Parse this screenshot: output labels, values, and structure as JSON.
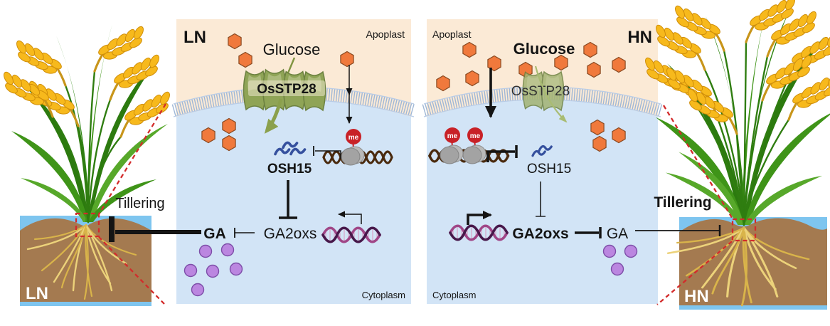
{
  "left_scene": {
    "condition_label": "LN",
    "tillering_label": "Tillering"
  },
  "right_scene": {
    "condition_label": "HN",
    "tillering_label": "Tillering"
  },
  "panels": {
    "ln": {
      "condition_label": "LN",
      "apoplast_label": "Apoplast",
      "cytoplasm_label": "Cytoplasm",
      "glucose_label": "Glucose",
      "transporter_label": "OsSTP28",
      "methyl_label": "me",
      "osh15_label": "OSH15",
      "ga2oxs_label": "GA2oxs",
      "ga_label": "GA"
    },
    "hn": {
      "condition_label": "HN",
      "apoplast_label": "Apoplast",
      "cytoplasm_label": "Cytoplasm",
      "glucose_label": "Glucose",
      "transporter_label": "OsSTP28",
      "methyl_label": "me",
      "osh15_label": "OSH15",
      "ga2oxs_label": "GA2oxs",
      "ga_label": "GA"
    }
  },
  "colors": {
    "apoplast_bg": "#fbead6",
    "cytoplasm_bg": "#d2e4f6",
    "membrane_blue": "#9fb7d6",
    "glucose_orange": "#f0793c",
    "transporter_green": "#8fa456",
    "arrow_green": "#8ba04c",
    "methyl_red": "#c82127",
    "nucleosome_gray": "#a3a3a3",
    "chromatin_brown": "#4a2a0e",
    "mrna_blue": "#35509e",
    "gene_purple": "#a04687",
    "ga_purple": "#bb86e0",
    "callout_red": "#d32b2b",
    "soil_brown": "#a47a50",
    "water_blue": "#7ec5ef",
    "leaf_green": "#3f9418",
    "grain_yellow": "#f7b91c",
    "root_yellow": "#ecd27a"
  }
}
